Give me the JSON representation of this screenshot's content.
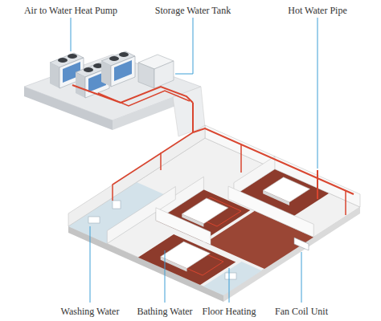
{
  "diagram": {
    "labels": [
      "Air to Water Heat Pump",
      "Storage Water Tank",
      "Hot Water Pipe",
      "Washing Water",
      "Bathing Water",
      "Floor Heating",
      "Fan Coil Unit"
    ]
  }
}
